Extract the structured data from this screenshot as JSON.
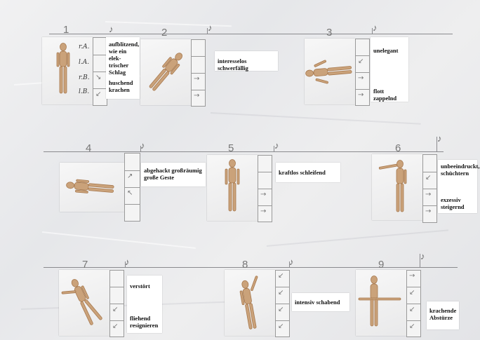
{
  "scenes": [
    {
      "number": "1",
      "texts": [
        "aufblitzend, wie ein elek-trischer Schlag",
        "huschend krachen"
      ]
    },
    {
      "number": "2",
      "texts": [
        "interesselos schwerfällig"
      ]
    },
    {
      "number": "3",
      "texts": [
        "unelegant",
        "flott zappelnd"
      ]
    },
    {
      "number": "4",
      "texts": [
        "abgehackt großräumig große Geste"
      ]
    },
    {
      "number": "5",
      "texts": [
        "kraftlos schleifend"
      ]
    },
    {
      "number": "6",
      "texts": [
        "unbeeindruckt, schüchtern",
        "exzessiv steigernd"
      ]
    },
    {
      "number": "7",
      "texts": [
        "verstört",
        "fliehend resignieren"
      ]
    },
    {
      "number": "8",
      "texts": [
        "intensiv schabend"
      ]
    },
    {
      "number": "9",
      "texts": [
        "krachende Abstürze"
      ]
    }
  ],
  "limb_labels": [
    "r.A.",
    "l.A.",
    "r.B.",
    "l.B."
  ],
  "music_note": "♪",
  "colors": {
    "paper": "#eaeaec",
    "wood": "#caa27a",
    "wood_dark": "#a7794f",
    "line": "#8a8a8e"
  }
}
